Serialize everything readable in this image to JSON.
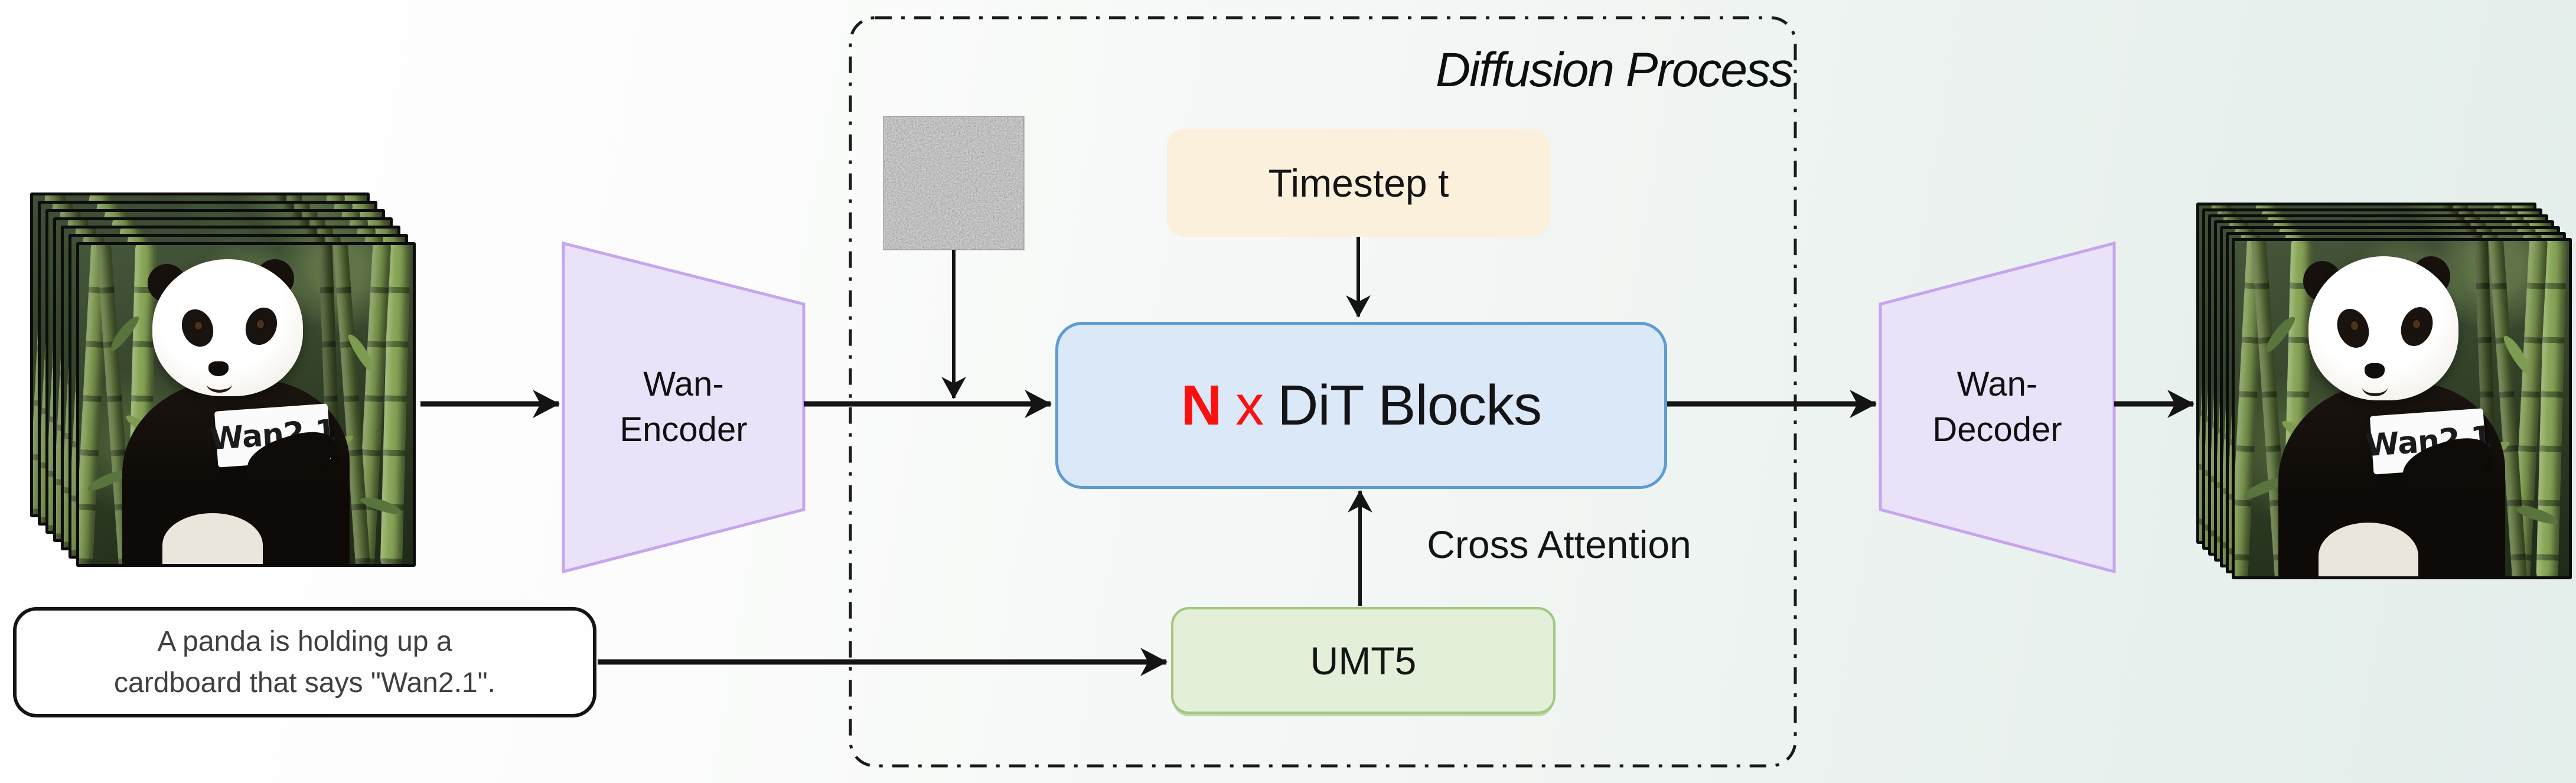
{
  "figure": {
    "title": "Diffusion Process"
  },
  "pipeline": {
    "encoder": {
      "line1": "Wan-",
      "line2": "Encoder"
    },
    "decoder": {
      "line1": "Wan-",
      "line2": "Decoder"
    },
    "timestep": {
      "label": "Timestep t"
    },
    "dit": {
      "multiplier": "N",
      "times": "x",
      "label": "DiT Blocks"
    },
    "umt5": {
      "label": "UMT5"
    },
    "cross_attention_label": "Cross Attention"
  },
  "prompt": {
    "line1": "A panda is holding up a",
    "line2": "cardboard that says \"Wan2.1\"."
  },
  "video": {
    "sign_text": "Wan2.1",
    "frame_count": 7
  },
  "colors": {
    "dit_fill": "#dbe8f8",
    "dit_border": "#5d9bd3",
    "dit_n_red": "#fb0f0f",
    "timestep_fill": "#faf0dc",
    "umt5_fill": "#e3efd9",
    "umt5_border": "#a2c77e",
    "vae_fill": "#eae2f9",
    "vae_border": "#c7a4ef",
    "arrow": "#141414",
    "dashed_border": "#1a1a1a",
    "prompt_text": "#3f3f3f",
    "background_left": "#ffffff",
    "background_right": "#e4eeeb"
  }
}
